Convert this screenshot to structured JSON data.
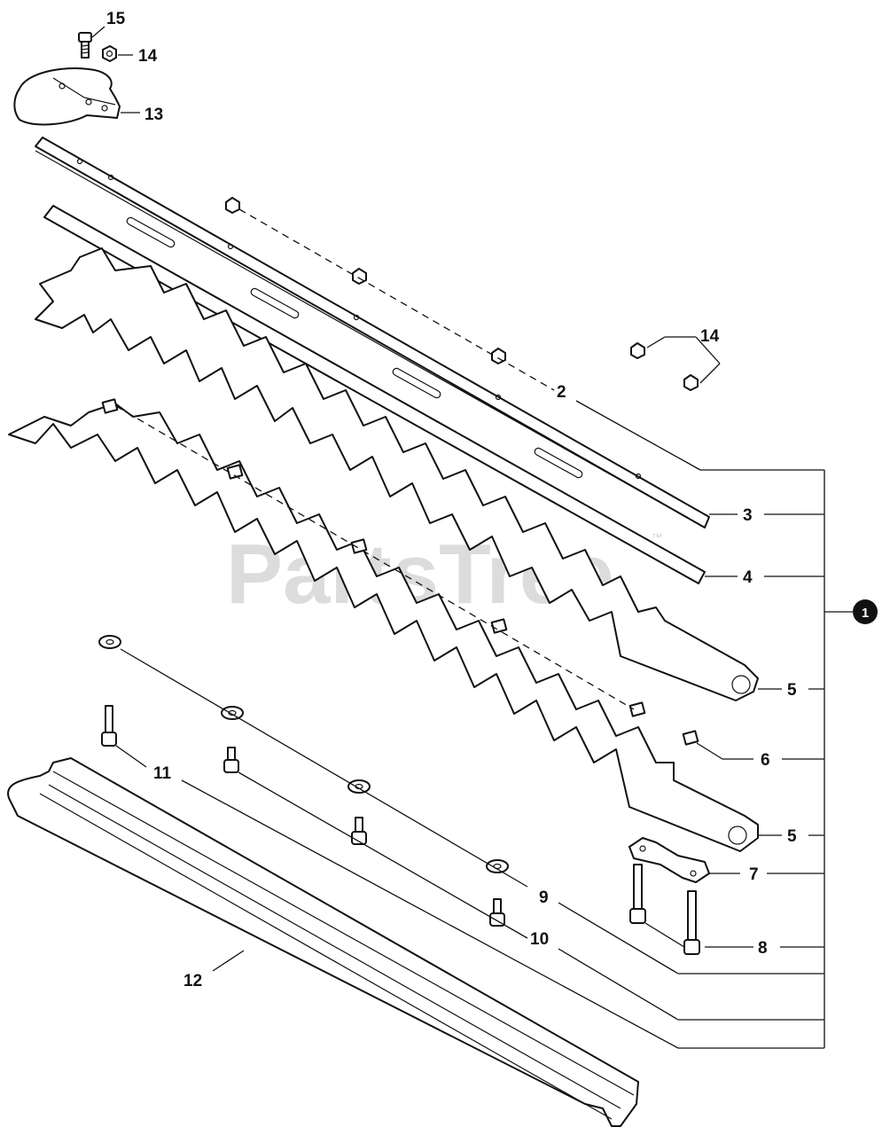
{
  "watermark": {
    "text": "PartsTree",
    "trademark": "™"
  },
  "assembly_ref": {
    "label": "1"
  },
  "callouts": {
    "c15": "15",
    "c14_top": "14",
    "c13": "13",
    "c14_right": "14",
    "c2": "2",
    "c3": "3",
    "c4": "4",
    "c5_upper": "5",
    "c6": "6",
    "c5_lower": "5",
    "c7": "7",
    "c8": "8",
    "c9": "9",
    "c10": "10",
    "c11": "11",
    "c12": "12"
  },
  "colors": {
    "ink": "#111111",
    "watermark": "#d9d9d9",
    "background": "#ffffff"
  }
}
